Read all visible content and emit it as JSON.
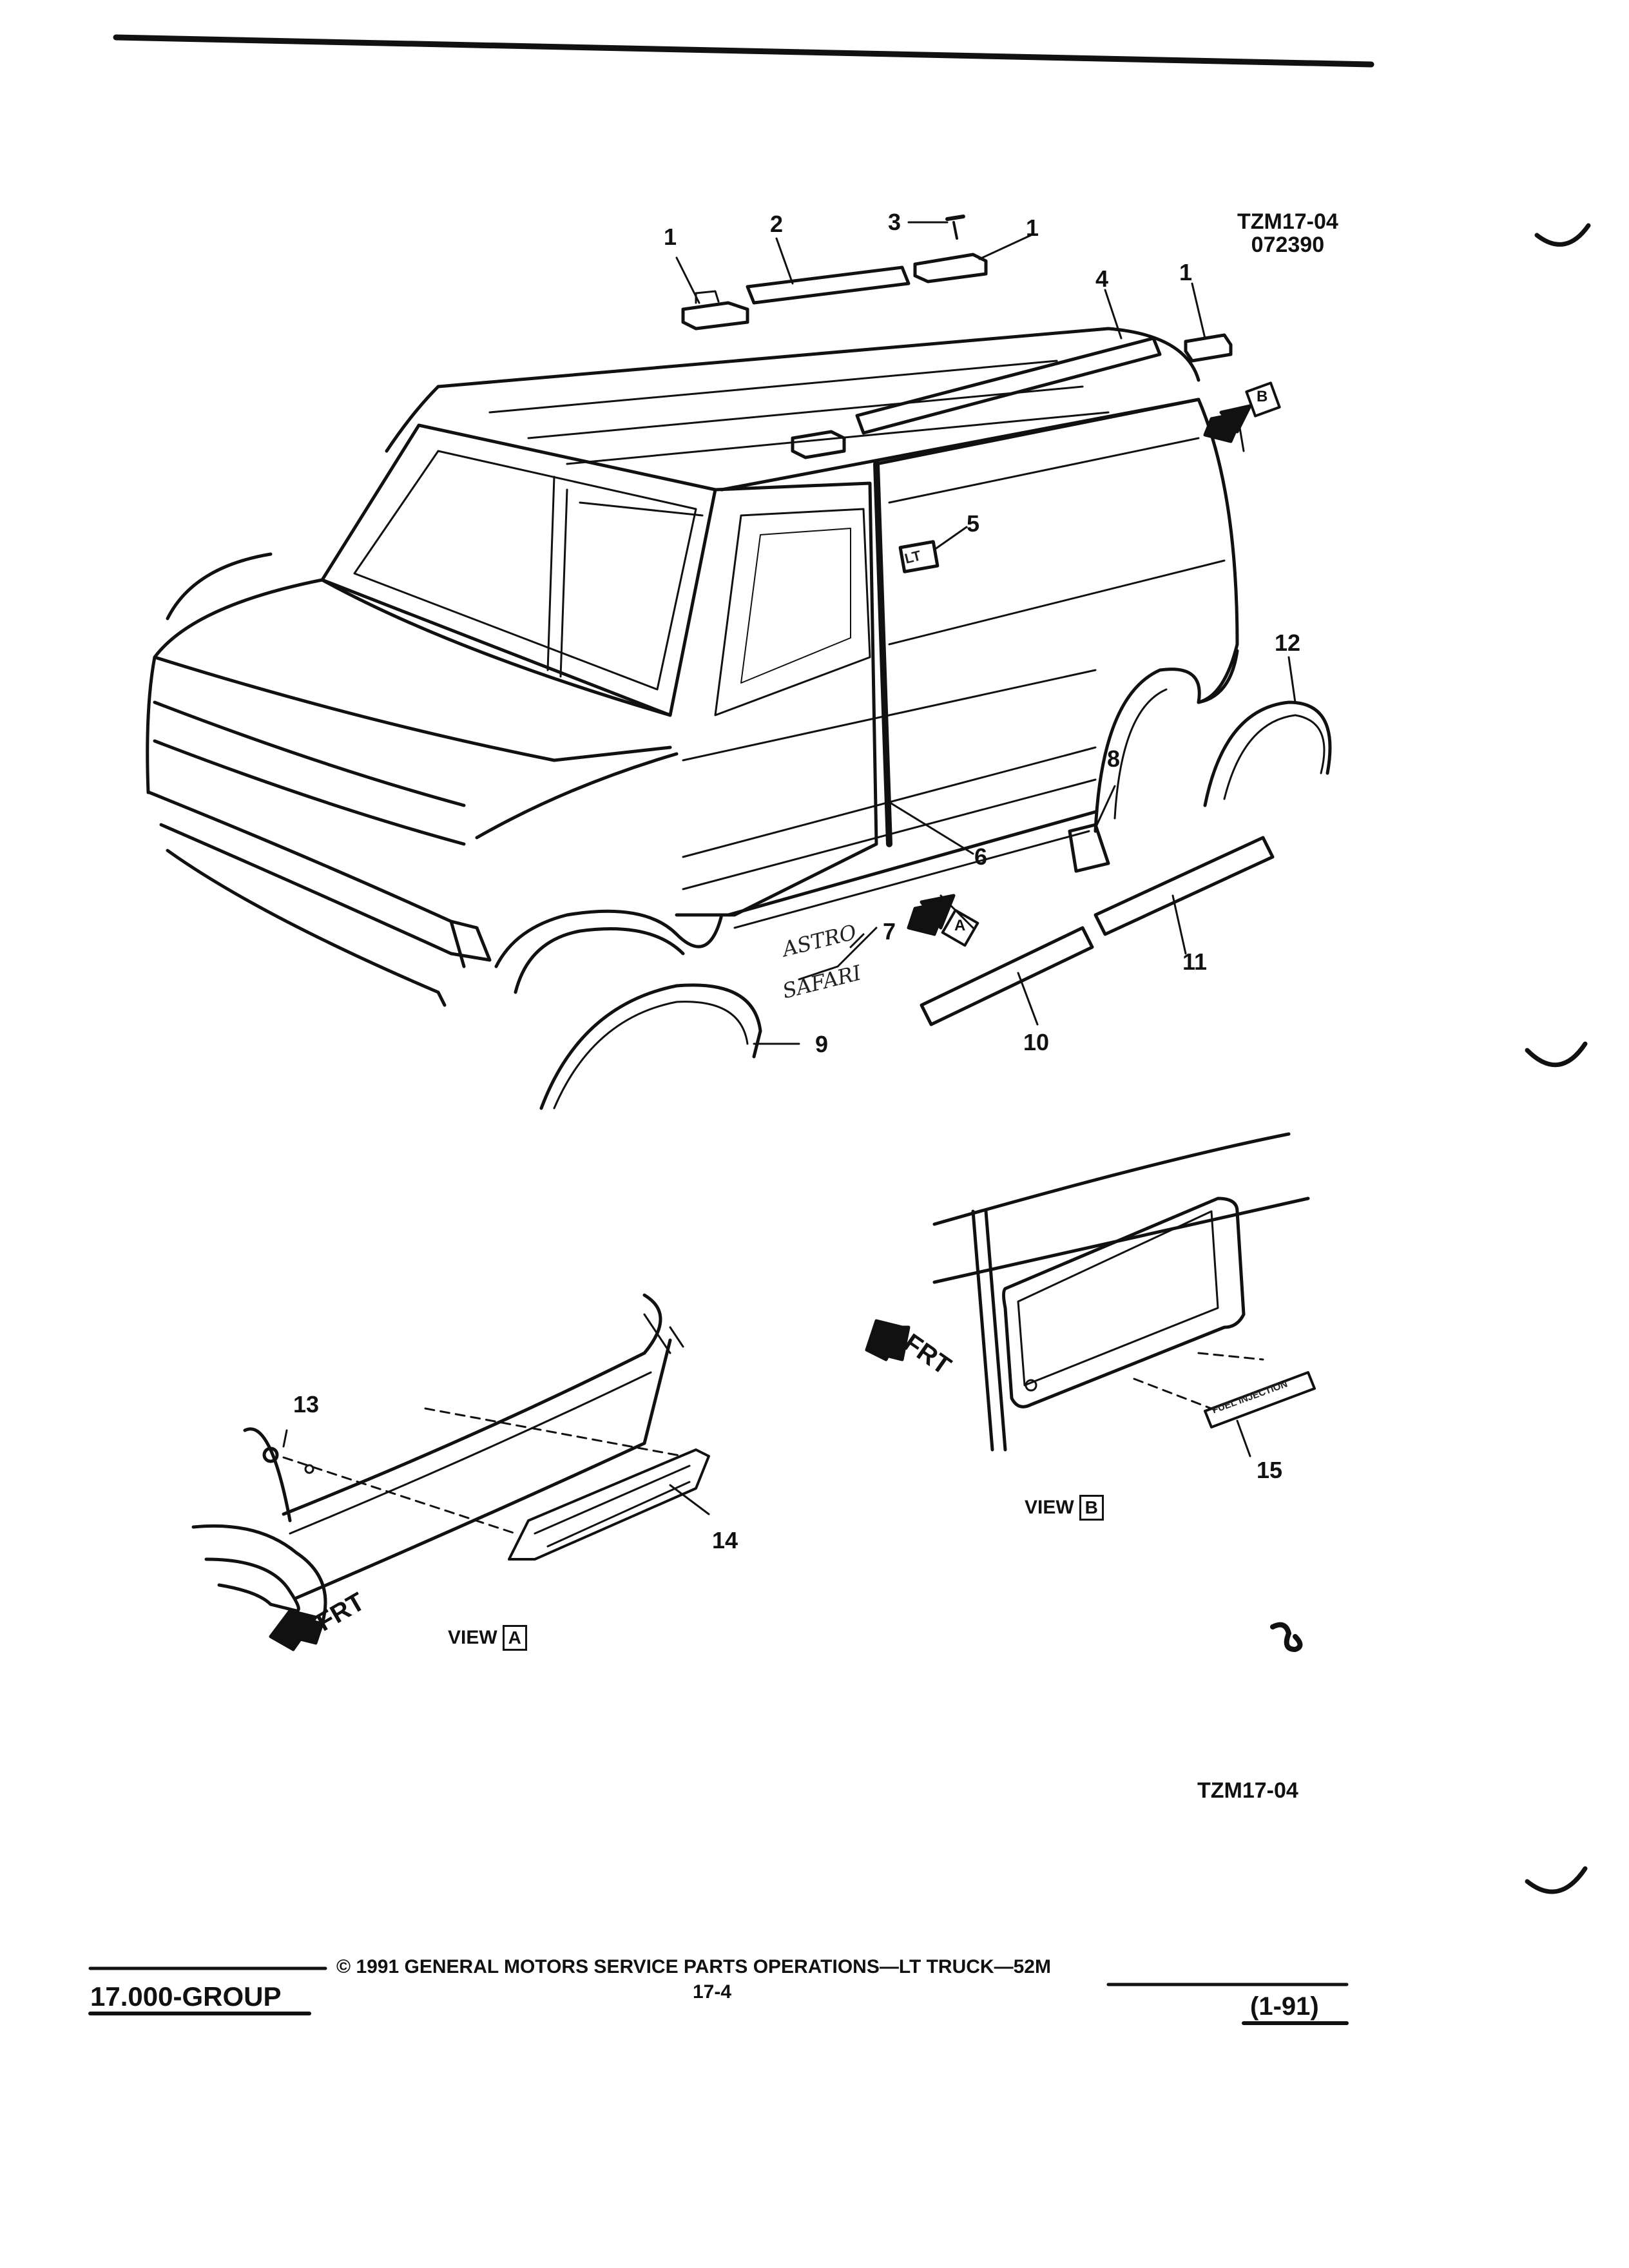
{
  "header": {
    "figure_code": "TZM17-04",
    "figure_date": "072390"
  },
  "callouts": [
    "1",
    "2",
    "3",
    "1",
    "4",
    "1",
    "5",
    "12",
    "8",
    "6",
    "7",
    "11",
    "9",
    "10",
    "13",
    "14",
    "15"
  ],
  "nameplates": {
    "astro": "ASTRO",
    "safari": "SAFARI"
  },
  "badges": {
    "door_badge": "LT",
    "fuel_injection": "FUEL INJECTION"
  },
  "views": {
    "a": {
      "label": "VIEW",
      "letter": "A",
      "direction": "FRT"
    },
    "b": {
      "label": "VIEW",
      "letter": "B",
      "direction": "FRT"
    },
    "arrow_a_letter": "A",
    "arrow_b_letter": "B"
  },
  "bottom_code": "TZM17-04",
  "footer": {
    "group": "17.000-GROUP",
    "copyright": "© 1991 GENERAL MOTORS SERVICE PARTS OPERATIONS—LT TRUCK—52M",
    "page": "17-4",
    "date": "(1-91)"
  }
}
